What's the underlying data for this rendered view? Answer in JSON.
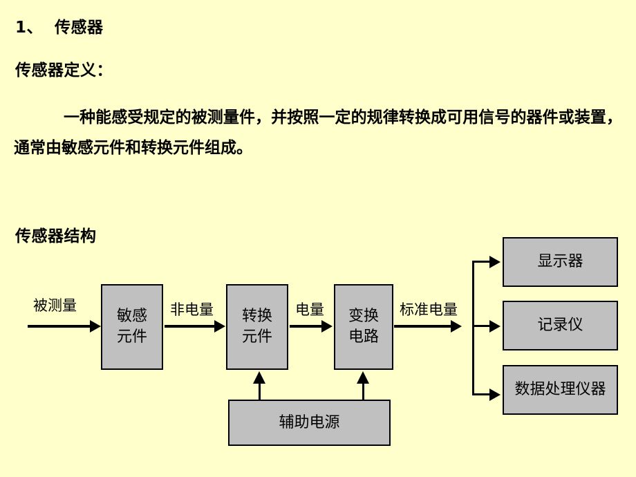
{
  "slide": {
    "background_color": "#ffffcc",
    "text_color": "#000000",
    "box_fill_color": "#c0c0c0",
    "box_border_color": "#000000"
  },
  "headings": {
    "section_number_title": "1、  传感器",
    "definition_heading": "传感器定义：",
    "structure_heading": "传感器结构"
  },
  "definition_paragraph": "一种能感受规定的被测量件，并按照一定的规律转换成可用信号的器件或装置，通常由敏感元件和转换元件组成。",
  "diagram": {
    "input_label": "被测量",
    "nodes": [
      {
        "id": "sensing-element",
        "label": "敏感\n元件"
      },
      {
        "id": "transduction-element",
        "label": "转换\n元件"
      },
      {
        "id": "conversion-circuit",
        "label": "变换\n电路"
      },
      {
        "id": "auxiliary-power",
        "label": "辅助电源"
      },
      {
        "id": "display-device",
        "label": "显示器"
      },
      {
        "id": "recorder-device",
        "label": "记录仪"
      },
      {
        "id": "data-processing-device",
        "label": "数据处理仪器"
      }
    ],
    "edge_labels": [
      {
        "id": "non-electrical-quantity",
        "label": "非电量"
      },
      {
        "id": "electrical-quantity",
        "label": "电量"
      },
      {
        "id": "standard-electrical-quantity",
        "label": "标准电量"
      }
    ]
  }
}
